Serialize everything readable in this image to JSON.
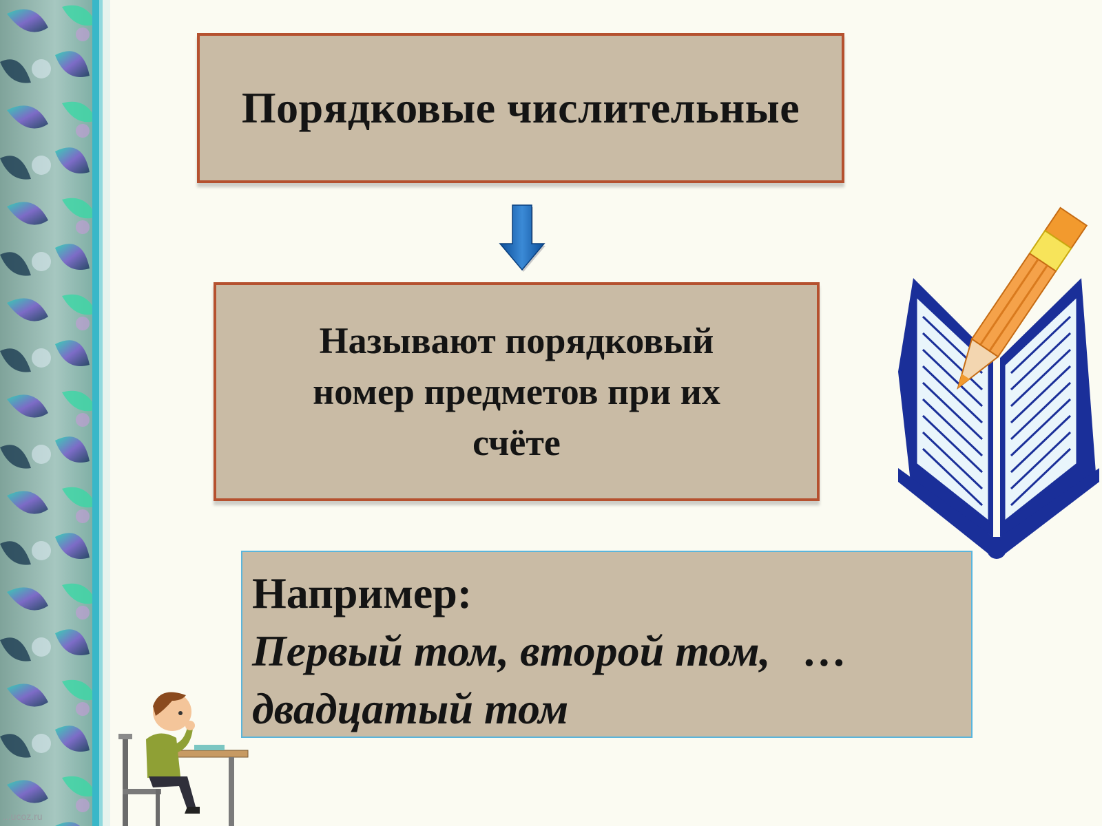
{
  "title_box": {
    "text": "Порядковые числительные"
  },
  "definition_box": {
    "lines": [
      "Называют порядковый",
      "номер предметов при их",
      "счёте"
    ]
  },
  "example_box": {
    "heading": "Например:",
    "lines": [
      "Первый том, второй том,   …",
      "двадцатый том"
    ]
  },
  "watermark": "...ucoz.ru",
  "colors": {
    "box_fill": "#c9bba5",
    "box_border": "#b5512f",
    "example_border": "#5ab5dc",
    "arrow_blue": "#1a63b0",
    "book_blue": "#1a2f99",
    "pencil_orange": "#f29a2e"
  },
  "icons": {
    "arrow": "down-arrow-icon",
    "book": "open-book-with-pencil-icon",
    "boy": "boy-at-desk-illustration",
    "border": "decorative-left-border"
  }
}
